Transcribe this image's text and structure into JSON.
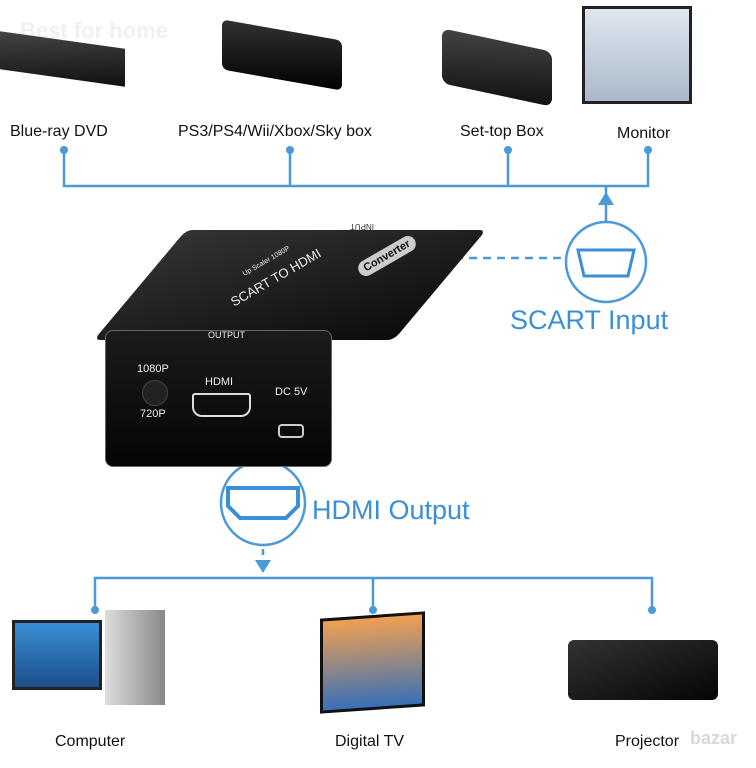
{
  "watermark": "Best for home",
  "watermark_bottom": "bazar",
  "sources": [
    {
      "label": "Blue-ray DVD"
    },
    {
      "label": "PS3/PS4/Wii/Xbox/Sky box"
    },
    {
      "label": "Set-top Box"
    },
    {
      "label": "Monitor"
    }
  ],
  "scart_input_label": "SCART Input",
  "hdmi_output_label": "HDMI Output",
  "device": {
    "title": "SCART TO HDMI",
    "subtitle": "Up Scaler 1080P",
    "brand": "Converter",
    "input": "INPUT",
    "output": "OUTPUT",
    "res_high": "1080P",
    "res_low": "720P",
    "hdmi": "HDMI",
    "power": "DC 5V"
  },
  "outputs": [
    {
      "label": "Computer"
    },
    {
      "label": "Digital TV"
    },
    {
      "label": "Projector"
    }
  ],
  "colors": {
    "line": "#4a9ad8",
    "accent": "#3b8fd6"
  }
}
